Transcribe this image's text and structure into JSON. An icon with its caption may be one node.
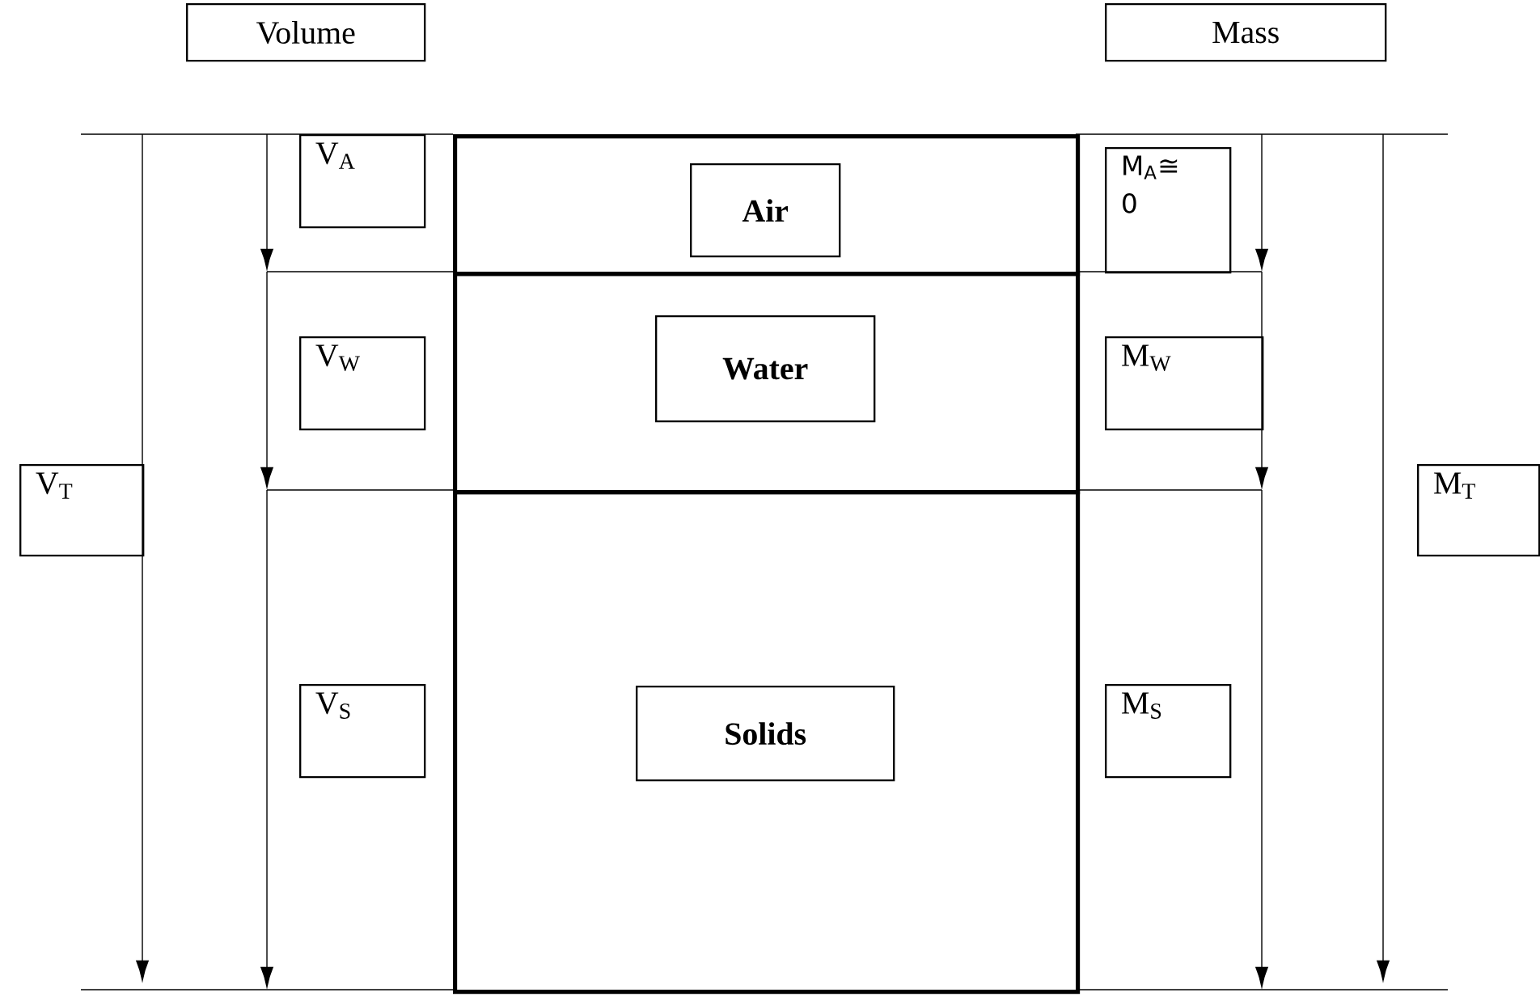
{
  "diagram": {
    "nodes": [
      {
        "text": [
          "Volume"
        ]
      },
      {
        "text": [
          "Mass"
        ]
      },
      {
        "text": [
          "V$_{A}$"
        ]
      },
      {
        "text": [],
        "shape": "box"
      },
      {
        "text": [
          "Air"
        ],
        "in": 3
      },
      {
        "text": [
          "M$_{A}$≅ 0"
        ]
      },
      {
        "text": [
          "V$_{W}$"
        ]
      },
      {
        "text": [],
        "shape": "box"
      },
      {
        "text": [
          "Water"
        ],
        "in": 7
      },
      {
        "text": [
          "M$_{W}$"
        ]
      },
      {
        "text": [
          "V$_{T}$"
        ]
      },
      {
        "text": [
          "M$_{T}$"
        ]
      },
      {
        "text": [
          "V$_{S}$"
        ]
      },
      {
        "text": [],
        "shape": "box"
      },
      {
        "text": [
          "Solids"
        ],
        "in": 13
      },
      {
        "text": [
          "M$_{S}$"
        ]
      }
    ]
  }
}
